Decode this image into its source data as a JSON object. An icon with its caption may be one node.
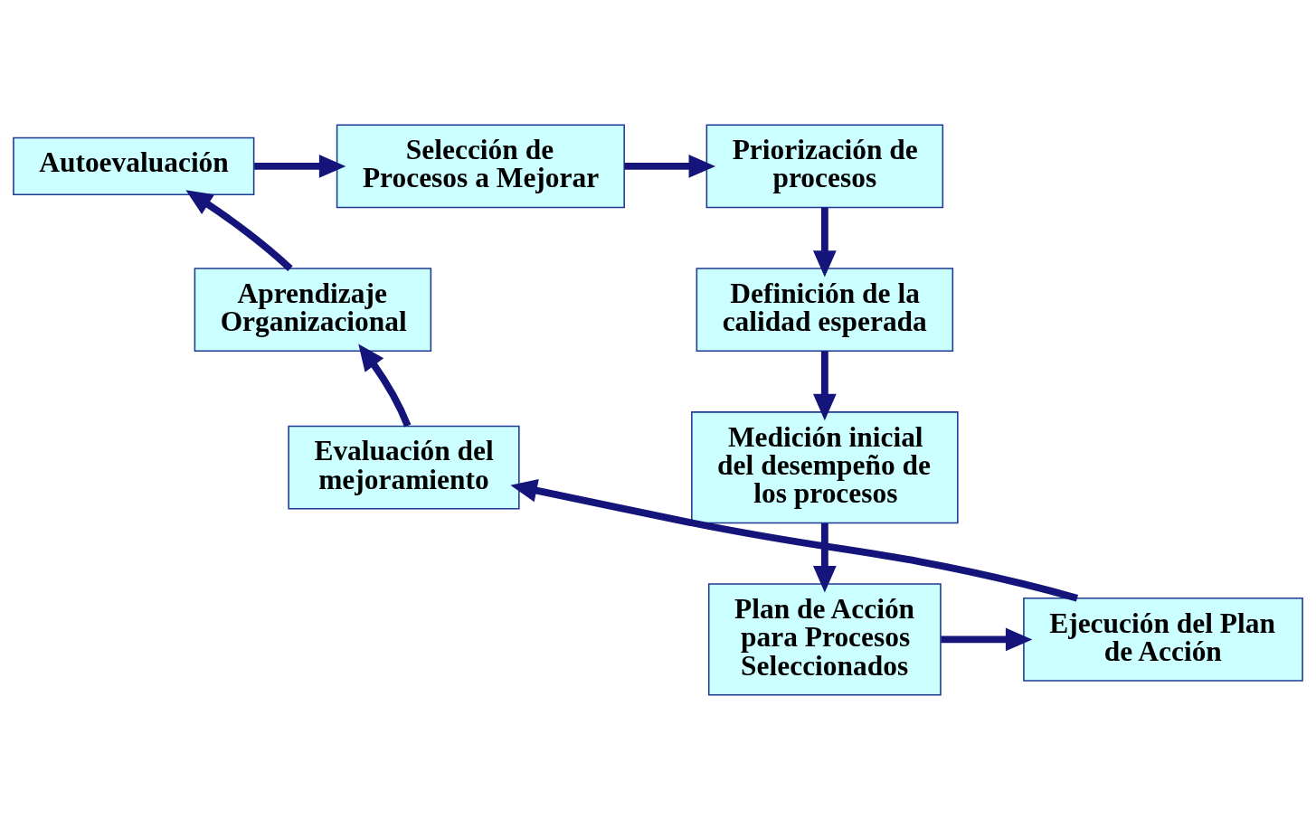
{
  "diagram": {
    "nodes": [
      {
        "text": [
          "Autoevaluación"
        ]
      },
      {
        "text": [
          "Selección de Procesos a Mejorar"
        ]
      },
      {
        "text": [
          "Priorización de procesos"
        ]
      },
      {
        "text": [
          "Definición de la calidad esperada"
        ]
      },
      {
        "text": [
          "Medición inicial del desempeño de los procesos"
        ]
      },
      {
        "text": [
          "Plan de Acción para Procesos Seleccionados"
        ]
      },
      {
        "text": [
          "Ejecución del Plan de Acción"
        ]
      },
      {
        "text": [
          "Evaluación del mejoramiento"
        ]
      },
      {
        "text": [
          "Aprendizaje Organizacional"
        ]
      }
    ],
    "edges": [
      {
        "from": 0,
        "to": 1,
        "arrow": "to"
      },
      {
        "from": 1,
        "to": 2,
        "arrow": "to"
      },
      {
        "from": 2,
        "to": 3,
        "arrow": "to"
      },
      {
        "from": 3,
        "to": 4,
        "arrow": "to"
      },
      {
        "from": 4,
        "to": 5,
        "arrow": "to"
      },
      {
        "from": 5,
        "to": 6,
        "arrow": "to"
      },
      {
        "from": 6,
        "to": 7,
        "arrow": "to"
      },
      {
        "from": 7,
        "to": 8,
        "arrow": "to"
      },
      {
        "from": 8,
        "to": 0,
        "arrow": "to"
      }
    ]
  }
}
